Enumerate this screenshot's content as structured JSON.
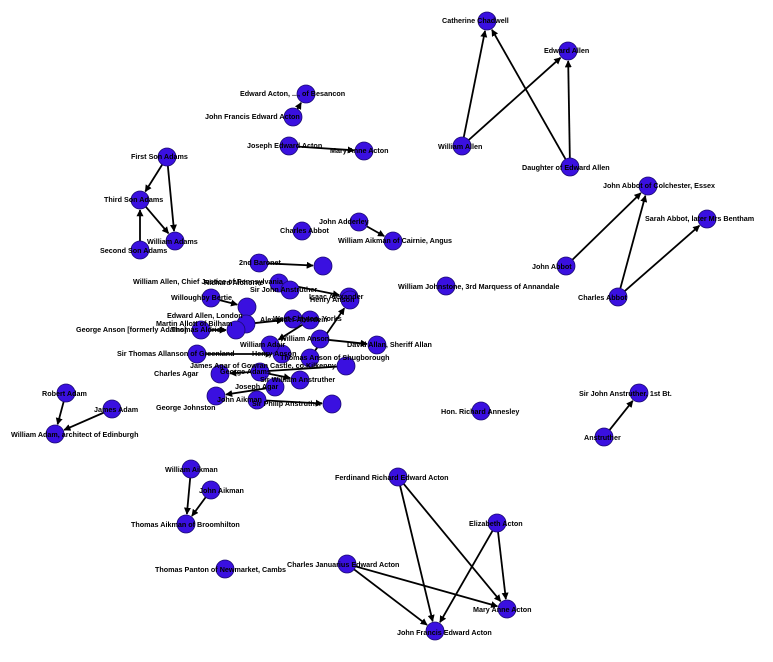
{
  "chart_data": {
    "type": "network",
    "nodes": [
      {
        "id": "catherine",
        "label": "Catherine Chadwell"
      },
      {
        "id": "edward_allen",
        "label": "Edward Allen"
      },
      {
        "id": "william_allen_g",
        "label": "William Allen"
      },
      {
        "id": "daughter_allen",
        "label": "Daughter of Edward Allen"
      },
      {
        "id": "edward_acton_besan",
        "label": "Edward Acton, ..., of Besancon"
      },
      {
        "id": "jf_acton_top",
        "label": "John Francis Edward Acton"
      },
      {
        "id": "joseph_acton",
        "label": "Joseph Edward Acton"
      },
      {
        "id": "mary_acton_top",
        "label": "Mary Anne Acton"
      },
      {
        "id": "first_adams",
        "label": "First Son Adams"
      },
      {
        "id": "third_adams",
        "label": "Third Son Adams"
      },
      {
        "id": "william_adams",
        "label": "William Adams"
      },
      {
        "id": "second_adams",
        "label": "Second Son Adams"
      },
      {
        "id": "john_abbot_colchester",
        "label": "John Abbot of Colchester, Essex"
      },
      {
        "id": "sarah_abbot",
        "label": "Sarah Abbot, later Mrs Bentham"
      },
      {
        "id": "john_abbot",
        "label": "John Abbot"
      },
      {
        "id": "charles_abbot",
        "label": "Charles Abbot"
      },
      {
        "id": "sir_john_anstruther",
        "label": "Sir John Anstruther, 1st Bt."
      },
      {
        "id": "anstruther",
        "label": "Anstruther"
      },
      {
        "id": "robert_adam",
        "label": "Robert Adam"
      },
      {
        "id": "james_adam",
        "label": "James Adam"
      },
      {
        "id": "william_adam_edin",
        "label": "William Adam, architect of Edinburgh"
      },
      {
        "id": "william_aikman",
        "label": "William Aikman"
      },
      {
        "id": "john_aikman",
        "label": "John Aikman"
      },
      {
        "id": "thomas_aikman",
        "label": "Thomas Aikman of Broomhilton"
      },
      {
        "id": "ferdinand_acton",
        "label": "Ferdinand Richard Edward Acton"
      },
      {
        "id": "elizabeth_acton",
        "label": "Elizabeth Acton"
      },
      {
        "id": "charles_acton",
        "label": "Charles Januarius Edward Acton"
      },
      {
        "id": "mary_acton_bot",
        "label": "Mary Anne Acton"
      },
      {
        "id": "jf_acton_bot",
        "label": "John Francis Edward Acton"
      },
      {
        "id": "thomas_panton",
        "label": "Thomas Panton of Newmarket, Cambs"
      },
      {
        "id": "hon_richard",
        "label": "Hon. Richard Annesley"
      },
      {
        "id": "c1",
        "label": "John Adderley"
      },
      {
        "id": "c2",
        "label": "Charles Abbot"
      },
      {
        "id": "c3",
        "label": "William Aikman of Cairnie, Angus"
      },
      {
        "id": "c4",
        "label": "William Johnstone, 3rd Marquess of Annandale"
      },
      {
        "id": "c5",
        "label": "2nd Baronet"
      },
      {
        "id": "c6",
        "label": "William Allen, Chief Justice of Pennsylvania"
      },
      {
        "id": "c7",
        "label": "Richard Alchorne"
      },
      {
        "id": "c8",
        "label": "Isaac Alexander"
      },
      {
        "id": "c9",
        "label": "Willoughby Bertie"
      },
      {
        "id": "c10",
        "label": "Edward Allen, London"
      },
      {
        "id": "c11",
        "label": "Martin Allott of Bilham"
      },
      {
        "id": "c12",
        "label": "West Clayton, Yorks"
      },
      {
        "id": "c13",
        "label": "Thomas Aldrich"
      },
      {
        "id": "c14",
        "label": "George Anson [formerly Adams]"
      },
      {
        "id": "c15",
        "label": "William Anson"
      },
      {
        "id": "c16",
        "label": "David Allan, Sheriff Allan"
      },
      {
        "id": "c17",
        "label": "Sir Thomas Allanson of Greenland"
      },
      {
        "id": "c18",
        "label": "Henry Anson"
      },
      {
        "id": "c19",
        "label": "James Agar of Gowran Castle, co.Kilkenny"
      },
      {
        "id": "c20",
        "label": "Charles Agar"
      },
      {
        "id": "c21",
        "label": "Joseph Agar"
      },
      {
        "id": "c22",
        "label": "George Johnston"
      },
      {
        "id": "c23",
        "label": "John Aikman"
      },
      {
        "id": "c24",
        "label": "Sir Philip Anstruther"
      },
      {
        "id": "c25",
        "label": "Alexander Aberdein"
      },
      {
        "id": "c26",
        "label": "William Adair"
      },
      {
        "id": "c27",
        "label": "Thomas Anson of Shugborough"
      },
      {
        "id": "c28",
        "label": "Henry Anson"
      },
      {
        "id": "c29",
        "label": "George Adams"
      },
      {
        "id": "c30",
        "label": "Sir William Anstruther"
      },
      {
        "id": "c31",
        "label": "Sir John Anstruther"
      }
    ],
    "edges": [
      [
        "william_allen_g",
        "catherine"
      ],
      [
        "william_allen_g",
        "edward_allen"
      ],
      [
        "daughter_allen",
        "catherine"
      ],
      [
        "daughter_allen",
        "edward_allen"
      ],
      [
        "jf_acton_top",
        "edward_acton_besan"
      ],
      [
        "joseph_acton",
        "mary_acton_top"
      ],
      [
        "first_adams",
        "third_adams"
      ],
      [
        "first_adams",
        "william_adams"
      ],
      [
        "third_adams",
        "william_adams"
      ],
      [
        "second_adams",
        "third_adams"
      ],
      [
        "charles_abbot",
        "john_abbot_colchester"
      ],
      [
        "charles_abbot",
        "sarah_abbot"
      ],
      [
        "john_abbot",
        "john_abbot_colchester"
      ],
      [
        "anstruther",
        "sir_john_anstruther"
      ],
      [
        "robert_adam",
        "william_adam_edin"
      ],
      [
        "james_adam",
        "william_adam_edin"
      ],
      [
        "william_aikman",
        "thomas_aikman"
      ],
      [
        "john_aikman",
        "thomas_aikman"
      ],
      [
        "ferdinand_acton",
        "jf_acton_bot"
      ],
      [
        "ferdinand_acton",
        "mary_acton_bot"
      ],
      [
        "elizabeth_acton",
        "jf_acton_bot"
      ],
      [
        "elizabeth_acton",
        "mary_acton_bot"
      ],
      [
        "charles_acton",
        "jf_acton_bot"
      ],
      [
        "charles_acton",
        "mary_acton_bot"
      ],
      [
        "c1",
        "c3"
      ],
      [
        "c5",
        "c6"
      ],
      [
        "c7",
        "c8"
      ],
      [
        "c9",
        "c10"
      ],
      [
        "c11",
        "c12"
      ],
      [
        "c13",
        "c14"
      ],
      [
        "c15",
        "c16"
      ],
      [
        "c17",
        "c18"
      ],
      [
        "c19",
        "c20"
      ],
      [
        "c21",
        "c22"
      ],
      [
        "c23",
        "c24"
      ],
      [
        "c25",
        "c26"
      ],
      [
        "c27",
        "c28"
      ],
      [
        "c29",
        "c30"
      ]
    ]
  }
}
